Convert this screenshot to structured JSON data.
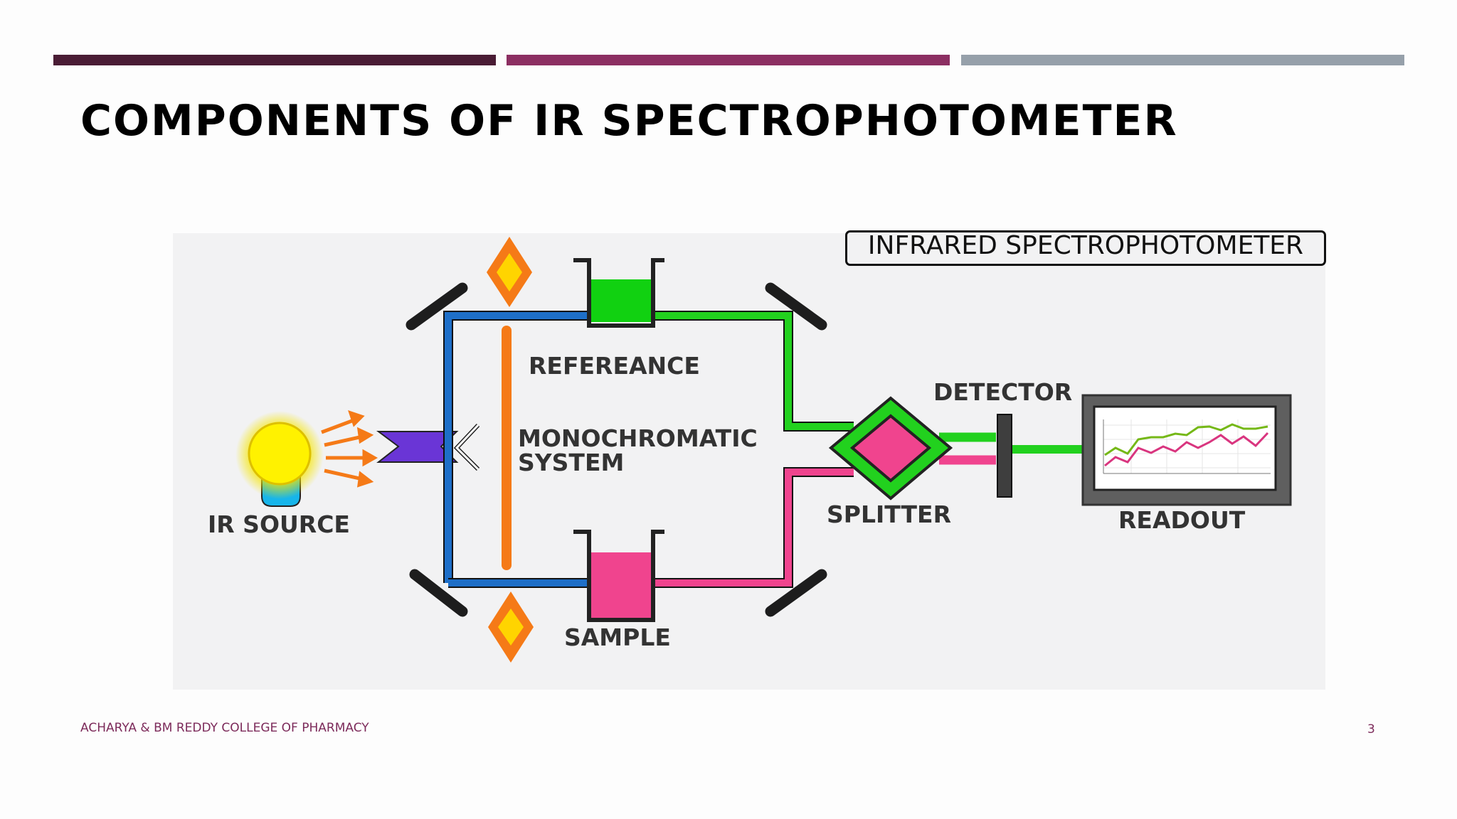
{
  "slide": {
    "title": "COMPONENTS OF IR SPECTROPHOTOMETER",
    "caption": "INFRARED SPECTROPHOTOMETER",
    "footer": "ACHARYA & BM REDDY COLLEGE OF PHARMACY",
    "page_number": "3",
    "accent_colors": [
      "#4a1c35",
      "#8c2f62",
      "#96a0aa"
    ]
  },
  "diagram": {
    "labels": {
      "ir_source": "IR SOURCE",
      "reference": "REFEREANCE",
      "mono_line1": "MONOCHROMATIC",
      "mono_line2": "SYSTEM",
      "sample": "SAMPLE",
      "splitter": "SPLITTER",
      "detector": "DETECTOR",
      "readout": "READOUT"
    },
    "colors": {
      "blue_beam": "#1e6fc8",
      "green_beam": "#22d11e",
      "pink_beam": "#f0448e",
      "orange": "#f57a17",
      "purple": "#6a35d6"
    }
  }
}
